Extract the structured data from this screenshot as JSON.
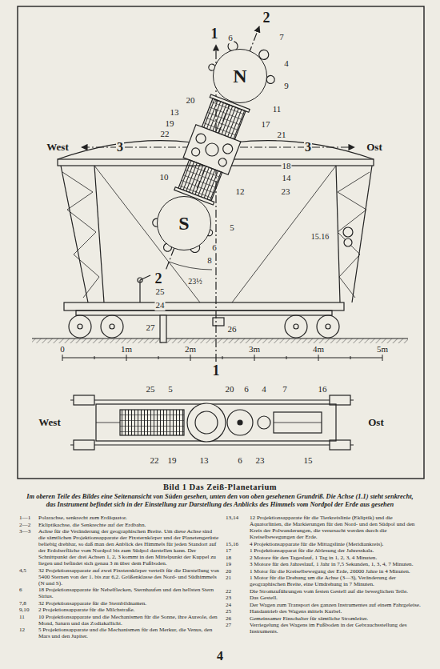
{
  "diagram": {
    "title": "Bild 1 Das Zeiß-Planetarium",
    "caption": "Im oberen Teile des Bildes eine Seitenansicht von Süden gesehen, unten den von oben gesehenen Grundriß. Die Achse (1.1) steht senkrecht, das Instrument befindet sich in der Einstellung zur Darstellung des Anblicks des Himmels vom Nordpol der Erde aus gesehen",
    "nodes": [
      {
        "text": [
          "N"
        ]
      },
      {
        "text": [
          "S"
        ]
      }
    ],
    "labels": [
      "1",
      "6",
      "2",
      "7",
      "4",
      "9",
      "20",
      "11",
      "13",
      "17",
      "19",
      "22",
      "21",
      "3",
      "West",
      "3",
      "Ost",
      "10",
      "18",
      "14",
      "12",
      "23",
      "5",
      "15.16",
      "6",
      "8",
      "2",
      "23½",
      "25",
      "24",
      "27",
      "26",
      "1",
      "0",
      "1m",
      "2m",
      "3m",
      "4m",
      "5m",
      "25",
      "5",
      "20",
      "6",
      "4",
      "7",
      "16",
      "West",
      "Ost",
      "22",
      "19",
      "13",
      "6",
      "23",
      "15",
      "1—1",
      "Polarachse, senkrecht zum Erdäquator.",
      "2—2",
      "Ekliptikachse, die Senkrechte auf der Erdbahn.",
      "3—3",
      "Achse für die Veränderung der geographischen Breite. Um diese Achse sind die sämtlichen Projektionsapparate der Fixsternkörper und der Planetengerüste beliebig drehbar, so daß man den Anblick des Himmels für jeden Standort auf der Erdoberfläche vom Nordpol bis zum Südpol darstellen kann. Der Schnittpunkt der drei Achsen 1, 2, 3 kommt in den Mittelpunkt der Kuppel zu liegen und befindet sich genau 3 m über dem Fußboden.",
      "4,5",
      "32 Projektionsapparate auf zwei Fixsternkörper verteilt für die Darstellung von 5400 Sternen von der 1. bis zur 6,2. Größenklasse des Nord- und Südhimmels (N und S).",
      "6",
      "18 Projektionsapparate für Nebelflecken, Sternhaufen und den hellsten Stern Sirius.",
      "7,8",
      "32 Projektionsapparate für die Sternbildnamen.",
      "9,10",
      "2 Projektionsapparate für die Milchstraße.",
      "11",
      "10 Projektionsapparate und die Mechanismen für die Sonne, ihre Aureole, den Mond, Saturn und das Zodiakallicht.",
      "12",
      "5 Projektionsapparate und die Mechanismen für den Merkur, die Venus, den Mars und den Jupiter.",
      "13,14",
      "12 Projektionsapparate für die Tierkreislinie (Ekliptik) und die Äquatorlinien, die Markierungen für den Nord- und den Südpol und den Kreis der Polwanderungen, die verursacht werden durch die Kreiselbewegungen der Erde.",
      "15,16",
      "4 Projektionsapparate für die Mittagslinie (Meridiankreis).",
      "17",
      "1 Projektionsapparat für die Ablesung der Jahresskala.",
      "18",
      "2 Motore für den Tageslauf, 1 Tag in 1, 2, 3, 4 Minuten.",
      "19",
      "3 Motore für den Jahreslauf, 1 Jahr in 7,5 Sekunden, 1, 3, 4, 7 Minuten.",
      "20",
      "1 Motor für die Kreiselbewegung der Erde, 26000 Jahre in 4 Minuten.",
      "21",
      "1 Motor für die Drehung um die Achse (3—3), Veränderung der geographischen Breite, eine Umdrehung in 7 Minuten.",
      "22",
      "Die Stromzuführungen vom festen Gestell auf die beweglichen Teile.",
      "23",
      "Das Gestell.",
      "24",
      "Der Wagen zum Transport des ganzen Instrumentes auf einem Fahrgeleise.",
      "25",
      "Handantrieb des Wagens mittels Kurbel.",
      "26",
      "Gemeinsamer Einschalter für sämtliche Stromleiter.",
      "27",
      "Verriegelung des Wagens im Fußboden in der Gebrauchsstellung des Instruments.",
      "4"
    ]
  }
}
